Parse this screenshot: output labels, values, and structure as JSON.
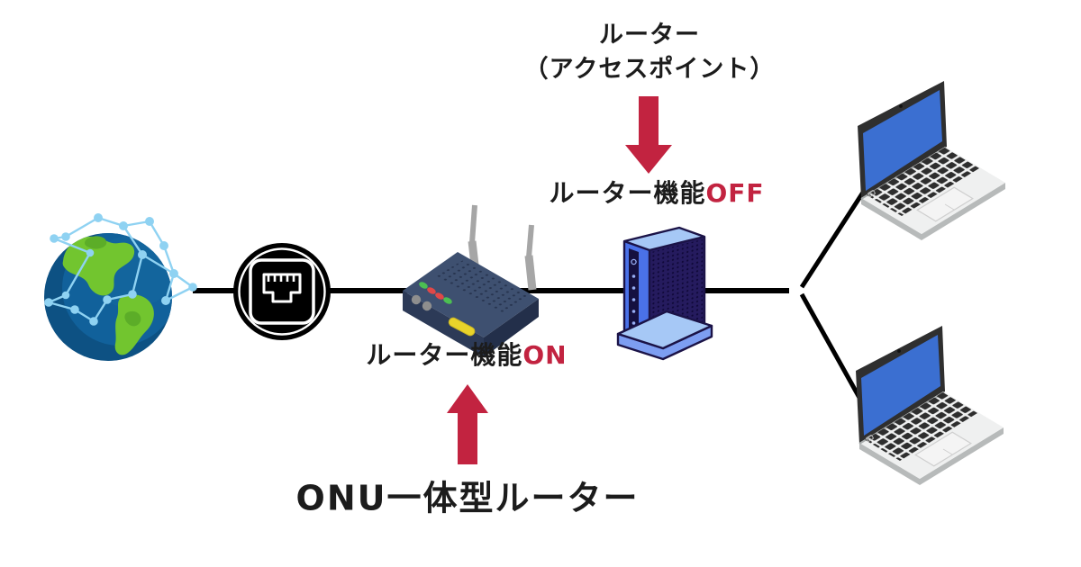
{
  "diagram": {
    "ap_title_line1": "ルーター",
    "ap_title_line2": "（アクセスポイント）",
    "ap_status_prefix": "ルーター機能",
    "ap_status_value": "OFF",
    "onu_status_prefix": "ルーター機能",
    "onu_status_value": "ON",
    "onu_title": "ONU一体型ルーター"
  },
  "icons": {
    "globe": "internet-globe-icon",
    "ethernet": "ethernet-port-icon",
    "onu_router": "onu-router-icon",
    "access_point": "access-point-icon",
    "laptop_top": "laptop-top-icon",
    "laptop_bottom": "laptop-bottom-icon",
    "arrow_down": "red-arrow-down-icon",
    "arrow_up": "red-arrow-up-icon"
  },
  "colors": {
    "accent_red": "#C22340",
    "text_black": "#1C1C1C",
    "line_black": "#000000",
    "globe_ocean": "#11619B",
    "globe_land": "#72C52F",
    "globe_network": "#8FD2F2",
    "router_body": "#3E5070",
    "router_face": "#2C3A57",
    "led_green": "#4CBF52",
    "led_red": "#E04848",
    "button_yellow": "#E8D32A",
    "ap_top": "#A6C8F6",
    "ap_left": "#4A71E8",
    "ap_right": "#251B5E",
    "ap_outline": "#1B1347",
    "laptop_screen": "#3B6FD1",
    "laptop_body": "#EFF0F0",
    "laptop_keys": "#2E2E2E"
  }
}
